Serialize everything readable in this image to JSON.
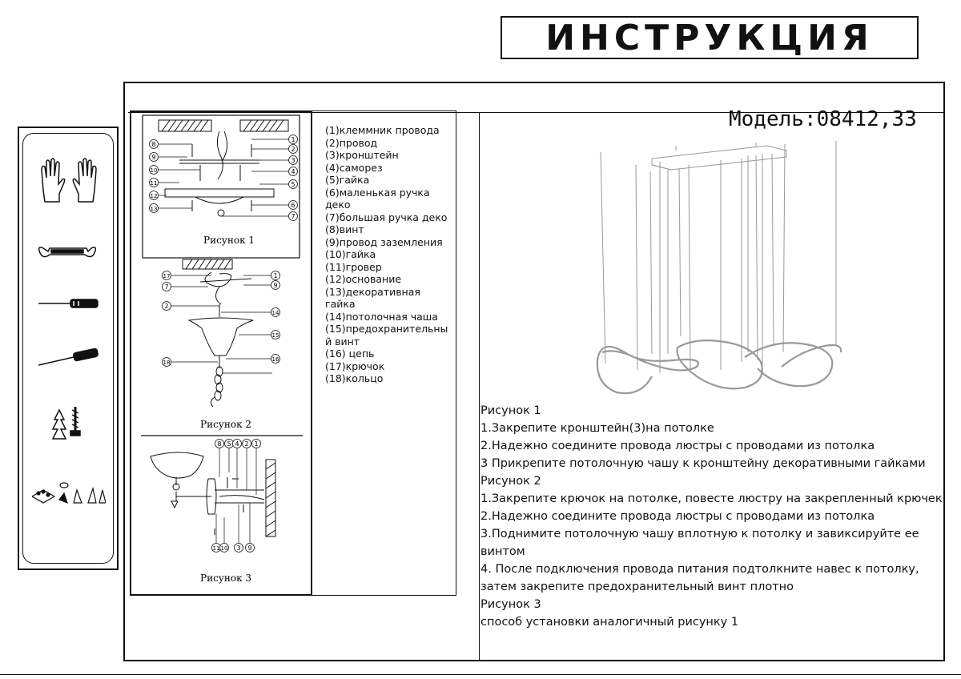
{
  "title": "ИНСТРУКЦИЯ",
  "model": "Модель:08412,33",
  "figures": {
    "fig1": "Рисунок 1",
    "fig2": "Рисунок 2",
    "fig3": "Рисунок 3"
  },
  "tools": [
    "gloves-icon",
    "wrench-icon",
    "screwdriver-flat-icon",
    "screwdriver-phillips-icon",
    "anchor-screw-icon",
    "terminal-parts-icon"
  ],
  "callouts": {
    "fig1_left": [
      "8",
      "9",
      "10",
      "11",
      "12",
      "13"
    ],
    "fig1_right": [
      "1",
      "2",
      "3",
      "4",
      "5",
      "6",
      "7"
    ],
    "fig2_left": [
      "17",
      "7",
      "2",
      "18"
    ],
    "fig2_right": [
      "1",
      "9",
      "14",
      "15",
      "16"
    ],
    "fig3_top": [
      "8",
      "5",
      "4",
      "2",
      "1"
    ],
    "fig3_bottom": [
      "11",
      "10",
      "3",
      "9"
    ]
  },
  "parts": [
    "(1)клеммник провода",
    "(2)провод",
    "(3)кронштейн",
    "(4)саморез",
    "(5)гайка",
    "(6)маленькая ручка",
    "деко",
    "(7)большая ручка деко",
    "(8)винт",
    "(9)провод заземления",
    "(10)гайка",
    "(11)гровер",
    "(12)основание",
    "(13)декоративная",
    "гайка",
    "(14)потолочная чаша",
    "(15)предохранительны",
    "й винт",
    "(16)      цепь",
    "(17)крючок",
    "(18)кольцо"
  ],
  "instructions": [
    "Рисунок 1",
    "1.Закрепите кронштейн(3)на потолке",
    "2.Надежно соедините провода люстры с проводами из потолка",
    "3 Прикрепите потолочную чашу к кронштейну декоративными гайками",
    "Рисунок 2",
    "1.Закрепите крючок на потолке, повесте люстру на закрепленный крючек",
    "2.Надежно соедините провода люстры с проводами из потолка",
    "3.Поднимите потолочную чашу вплотную к потолку и завиксируйте ее",
    "винтом",
    "4. После подключения провода питания подтолкните навес к потолку,",
    "затем закрепите предохранительный винт плотно",
    "Рисунок 3",
    "способ установки аналогичный рисунку 1"
  ]
}
